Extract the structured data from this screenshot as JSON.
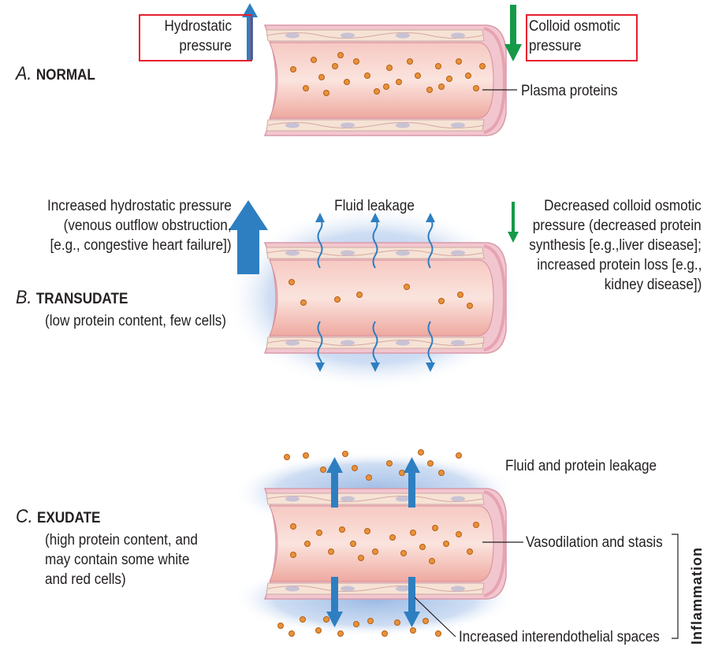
{
  "colors": {
    "wall_outer": "#f2c6cf",
    "wall_stroke": "#d99aa8",
    "endothelium": "#f6e3d6",
    "nucleus": "#c8c2d4",
    "lumen_light": "#fbe3dd",
    "lumen_dark": "#e9a49c",
    "protein": "#e8923a",
    "protein_stroke": "#b85f14",
    "blue_arrow": "#2e7fc1",
    "green_arrow": "#159a48",
    "callout_border": "#e5202e",
    "halo": "#a9c3e8"
  },
  "section_a": {
    "letter": "A.",
    "name": "NORMAL",
    "hydrostatic_label": [
      "Hydrostatic",
      "pressure"
    ],
    "colloid_label": [
      "Colloid osmotic",
      "pressure"
    ],
    "plasma_proteins_label": "Plasma proteins"
  },
  "section_b": {
    "letter": "B.",
    "name": "TRANSUDATE",
    "subtitle": "(low protein content, few cells)",
    "left_text": [
      "Increased hydrostatic pressure",
      "(venous outflow obstruction,",
      "[e.g., congestive heart failure])"
    ],
    "fluid_leakage_label": "Fluid leakage",
    "right_text": [
      "Decreased colloid osmotic",
      "pressure (decreased protein",
      "synthesis [e.g.,liver disease];",
      "increased protein loss [e.g.,",
      "kidney disease])"
    ]
  },
  "section_c": {
    "letter": "C.",
    "name": "EXUDATE",
    "subtitle": [
      "(high protein content, and",
      "may contain some white",
      "and red cells)"
    ],
    "fluid_protein_leakage_label": "Fluid and protein leakage",
    "vasodilation_label": "Vasodilation and stasis",
    "interendothelial_label": "Increased interendothelial spaces",
    "inflammation_label": "Inflammation"
  }
}
